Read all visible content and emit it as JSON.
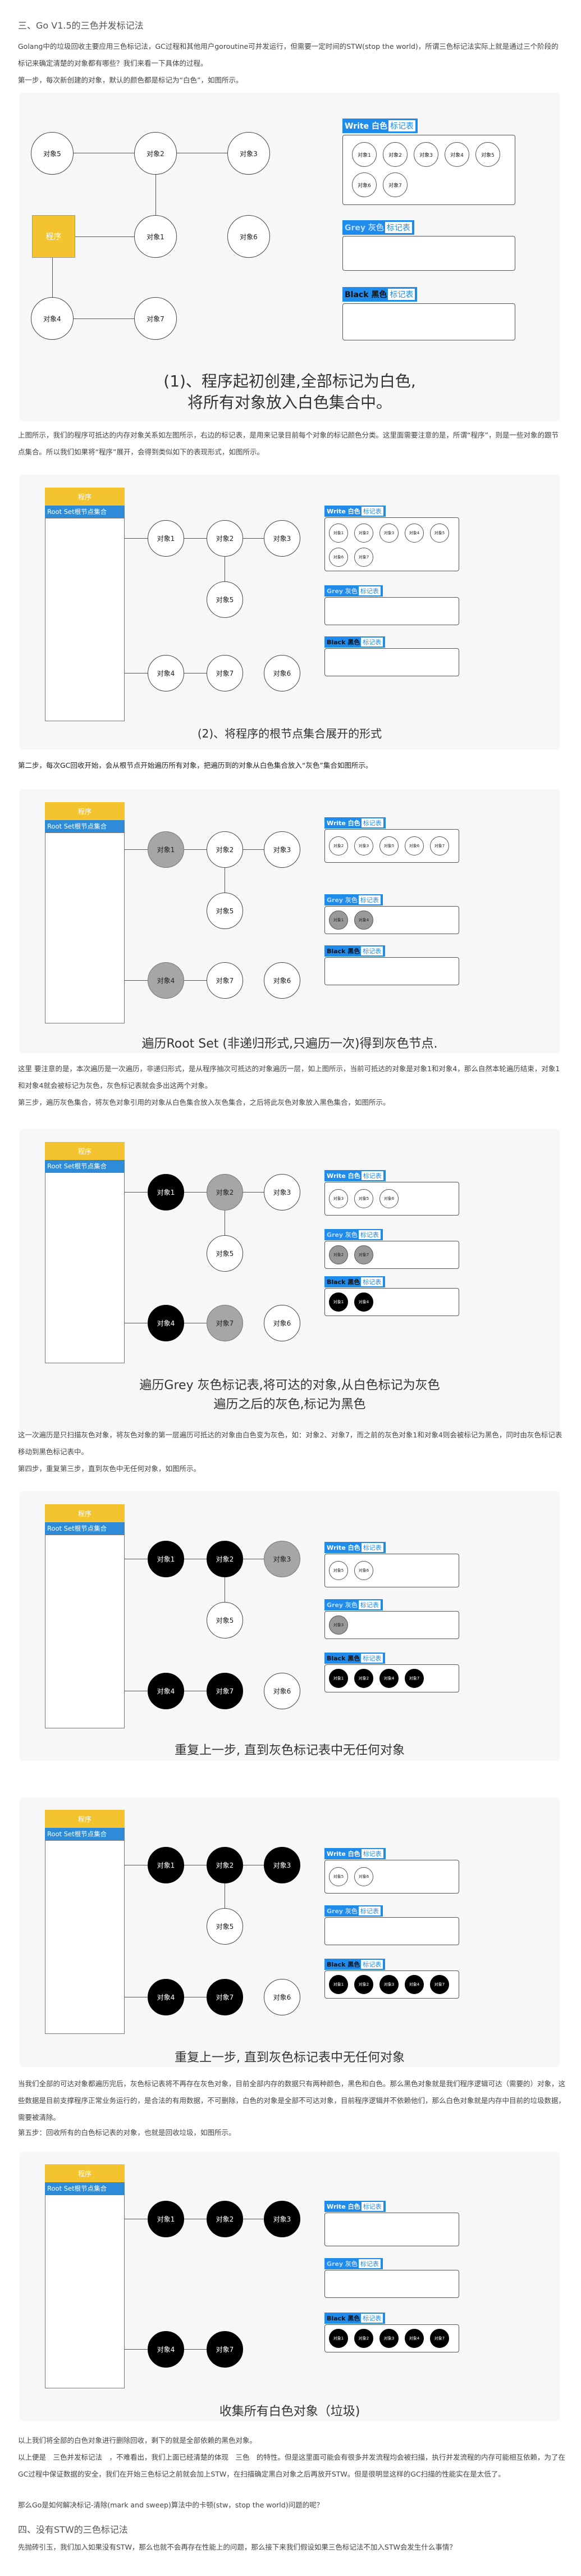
{
  "section3": {
    "title": "三、Go V1.5的三色并发标记法",
    "intro": "Golang中的垃圾回收主要应用三色标记法，GC过程和其他用户goroutine可并发运行，但需要一定时间的STW(stop the world)，所谓三色标记法实际上就是通过三个阶段的标记来确定清楚的对象都有哪些？我们来看一下具体的过程。",
    "step1": "第一步，每次新创建的对象，默认的颜色都是标记为“白色”，如图所示。"
  },
  "fig1": {
    "nodes": [
      "对象5",
      "对象2",
      "对象3",
      "对象1",
      "对象6",
      "对象4",
      "对象7"
    ],
    "program": "程序",
    "white_tag": "Write 白色",
    "grey_tag": "Grey 灰色",
    "black_tag": "Black 黑色",
    "table_label": "标记表",
    "white_items": [
      "对象1",
      "对象2",
      "对象3",
      "对象4",
      "对象5",
      "对象6",
      "对象7"
    ],
    "caption_line1": "(1)、程序起初创建,全部标记为白色,",
    "caption_line2": "将所有对象放入白色集合中。"
  },
  "para2": "上图所示，我们的程序可抵达的内存对象关系如左图所示，右边的标记表，是用来记录目前每个对象的标记颜色分类。这里面需要注意的是，所谓“程序”，则是一些对象的跟节点集合。所以我们如果将“程序”展开，会得到类似如下的表现形式，如图所示。",
  "fig2": {
    "program": "程序",
    "root_set": "Root Set根节点集合",
    "caption": "(2)、将程序的根节点集合展开的形式"
  },
  "step2": "第二步，每次GC回收开始，会从根节点开始遍历所有对象，把遍历到的对象从白色集合放入“灰色”集合如图所示。",
  "fig3": {
    "caption": "遍历Root Set (非递归形式,只遍历一次)得到灰色节点."
  },
  "para3": "这里 要注意的是，本次遍历是一次遍历，非递归形式，是从程序抽次可抵达的对象遍历一层，如上图所示，当前可抵达的对象是对象1和对象4，那么自然本轮遍历结束，对象1和对象4就会被标记为灰色，灰色标记表就会多出这两个对象。",
  "step3": "第三步，遍历灰色集合，将灰色对象引用的对象从白色集合放入灰色集合，之后将此灰色对象放入黑色集合，如图所示。",
  "fig4": {
    "caption_line1": "遍历Grey 灰色标记表,将可达的对象,从白色标记为灰色",
    "caption_line2": "遍历之后的灰色,标记为黑色"
  },
  "para4": "这一次遍历是只扫描灰色对象，将灰色对象的第一层遍历可抵达的对象由白色变为灰色，如：对象2、对象7，而之前的灰色对象1和对象4则会被标记为黑色，同时由灰色标记表移动到黑色标记表中。",
  "step4": "第四步，重复第三步，直到灰色中无任何对象，如图所示。",
  "fig5": {
    "caption": "重复上一步, 直到灰色标记表中无任何对象"
  },
  "fig6": {
    "caption": "重复上一步, 直到灰色标记表中无任何对象"
  },
  "para5": "当我们全部的可达对象都遍历完后，灰色标记表将不再存在灰色对象，目前全部内存的数据只有两种颜色，黑色和白色。那么黑色对象就是我们程序逻辑可达（需要的）对象，这些数据是目前支撑程序正常业务运行的，是合法的有用数据，不可删除，白色的对象是全部不可达对象，目前程序逻辑并不依赖他们，那么白色对象就是内存中目前的垃圾数据，需要被清除。",
  "step5": "第五步：回收所有的白色标记表的对象，也就是回收垃圾，如图所示。",
  "fig7": {
    "caption": "收集所有白色对象（垃圾)"
  },
  "para6": "以上我们将全部的白色对象进行删除回收，剩下的就是全部依赖的黑色对象。",
  "para7": "以上便是　三色并发标记法　，不难看出，我们上面已经清楚的体现　三色　的特性。但是这里面可能会有很多并发流程均会被扫描，执行并发流程的内存可能相互依赖，为了在GC过程中保证数据的安全，我们在开始三色标记之前就会加上STW，在扫描确定黑白对象之后再放开STW。但是很明显这样的GC扫描的性能实在是太低了。",
  "para8": "那么Go是如何解决标记-清除(mark and sweep)算法中的卡顿(stw，stop the world)问题的呢？",
  "section4": {
    "title": "四、没有STW的三色标记法",
    "text": "先抛砖引玉，我们加入如果没有STW，那么也就不会再存在性能上的问题，那么接下来我们假设如果三色标记法不加入STW会发生什么事情？"
  },
  "colors": {
    "white_tag_bg": "#1f8ceb",
    "program_yellow": "#f4c330",
    "root_blue": "#2d8bd8"
  }
}
